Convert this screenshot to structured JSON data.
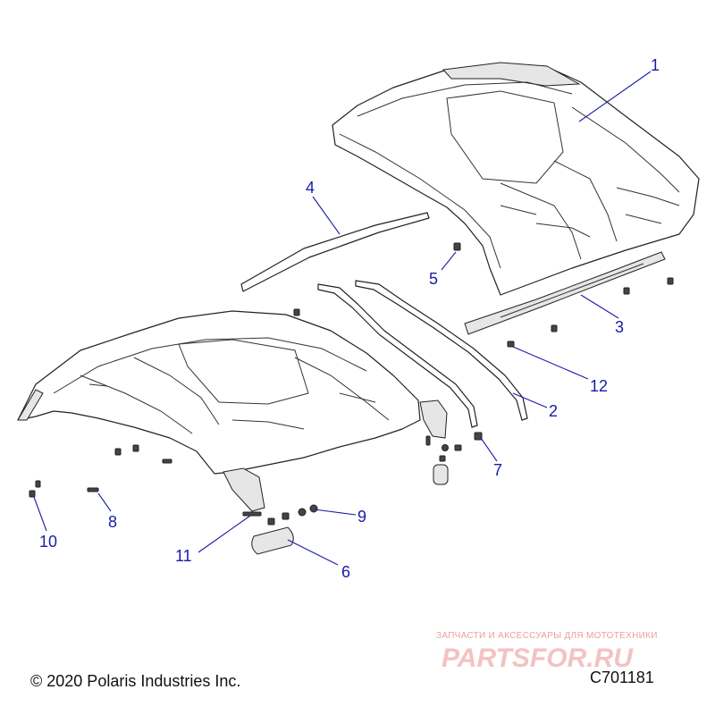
{
  "diagram": {
    "callouts": [
      {
        "id": "1",
        "label": "1"
      },
      {
        "id": "2",
        "label": "2"
      },
      {
        "id": "3",
        "label": "3"
      },
      {
        "id": "4",
        "label": "4"
      },
      {
        "id": "5",
        "label": "5"
      },
      {
        "id": "6",
        "label": "6"
      },
      {
        "id": "7",
        "label": "7"
      },
      {
        "id": "8",
        "label": "8"
      },
      {
        "id": "9",
        "label": "9"
      },
      {
        "id": "10",
        "label": "10"
      },
      {
        "id": "11",
        "label": "11"
      },
      {
        "id": "12",
        "label": "12"
      }
    ],
    "callout_color": "#1a1aa8"
  },
  "footer": {
    "copyright": "© 2020 Polaris Industries Inc.",
    "figure_id": "C701181"
  },
  "watermark": {
    "tagline": "ЗАПЧАСТИ И АКСЕССУАРЫ ДЛЯ МОТОТЕХНИКИ",
    "logo_text": "PARTSFOR.RU",
    "color": "#e8a0a0"
  }
}
